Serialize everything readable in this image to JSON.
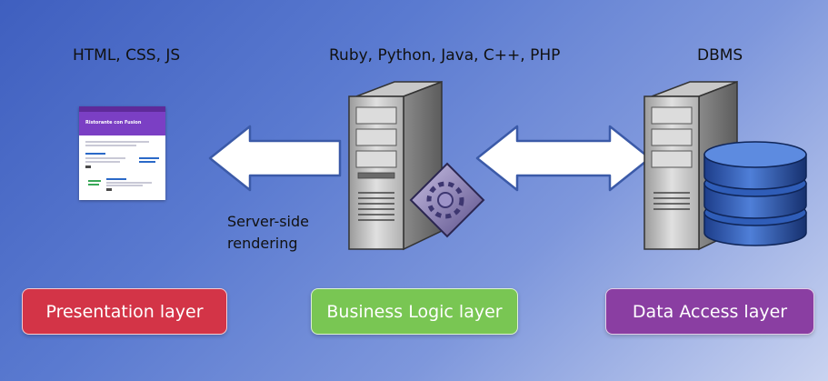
{
  "headings": {
    "presentation": "HTML, CSS, JS",
    "business": "Ruby, Python, Java, C++, PHP",
    "data": "DBMS"
  },
  "thumbnail": {
    "title": "Ristorante con Fusion"
  },
  "rendering_label": {
    "line1": "Server-side",
    "line2": "rendering"
  },
  "layers": {
    "presentation": {
      "label": "Presentation layer",
      "color": "#d33447"
    },
    "business": {
      "label": "Business Logic layer",
      "color": "#79c653"
    },
    "data": {
      "label": "Data Access layer",
      "color": "#8a3ea2"
    }
  }
}
